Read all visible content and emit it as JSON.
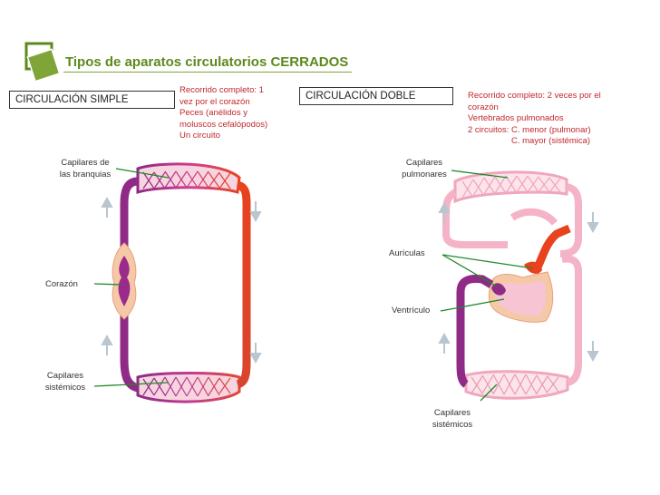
{
  "title": "Tipos de aparatos circulatorios CERRADOS",
  "colors": {
    "title": "#5b8a1c",
    "note": "#c0282e",
    "arrow": "#1e8a2a",
    "artery": "#e8421f",
    "vein": "#8f2a86",
    "pale": "#f4b3c6"
  },
  "simple": {
    "heading": "CIRCULACIÓN SIMPLE",
    "notes": [
      "Recorrido completo: 1",
      "vez por el corazón",
      "Peces (anélidos y",
      "moluscos cefalópodos)",
      "Un circuito"
    ],
    "labels": {
      "gills_line1": "Capilares  de",
      "gills_line2": "las branquias",
      "heart": "Corazón",
      "systemic_line1": "Capilares",
      "systemic_line2": "sistémicos"
    }
  },
  "double": {
    "heading": "CIRCULACIÓN DOBLE",
    "notes": [
      "Recorrido completo: 2 veces por el",
      "corazón",
      "Vertebrados pulmonados",
      "2 circuitos: C. menor (pulmonar)",
      "C. mayor (sistémica)"
    ],
    "labels": {
      "pulmonary_line1": "Capilares",
      "pulmonary_line2": "pulmonares",
      "atria": "Aurículas",
      "ventricle": "Ventrículo",
      "systemic_line1": "Capilares",
      "systemic_line2": "sistémicos"
    }
  }
}
